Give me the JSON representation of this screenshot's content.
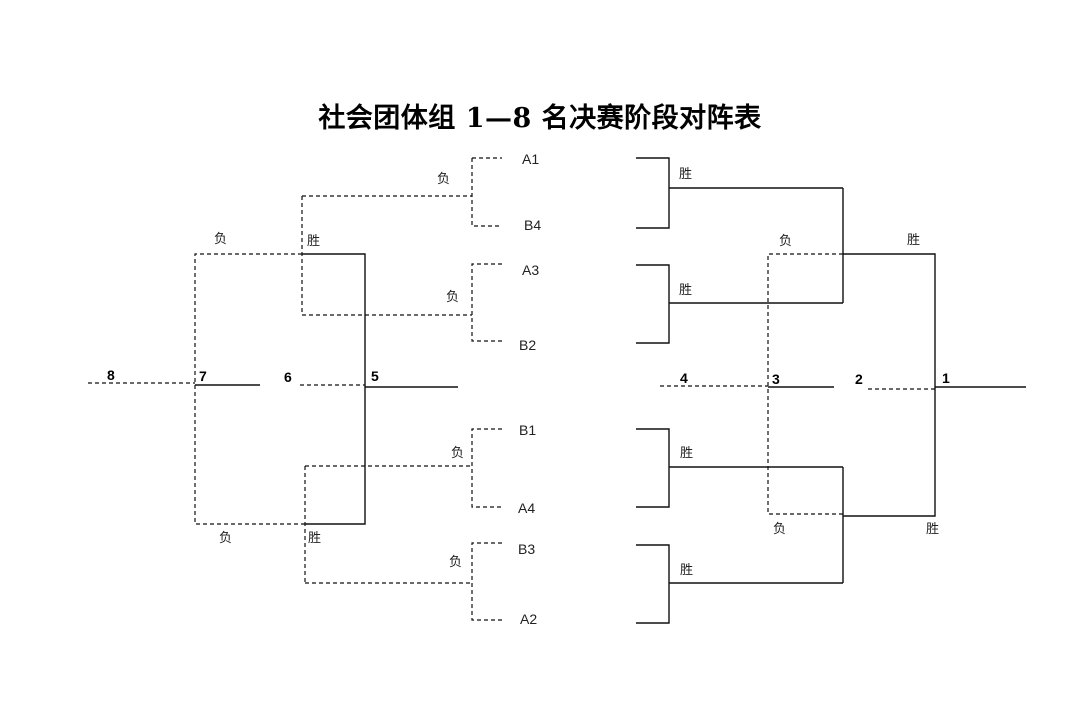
{
  "title": "社会团体组 1—8 名决赛阶段对阵表",
  "teams": {
    "left_top": [
      "A1",
      "B4",
      "A3",
      "B2"
    ],
    "left_bottom": [
      "B1",
      "A4",
      "B3",
      "A2"
    ]
  },
  "ranks": {
    "r1": "1",
    "r2": "2",
    "r3": "3",
    "r4": "4",
    "r5": "5",
    "r6": "6",
    "r7": "7",
    "r8": "8"
  },
  "results": {
    "win": "胜",
    "lose": "负"
  },
  "line_styles": {
    "solid": "winner path",
    "dashed": "loser path"
  }
}
